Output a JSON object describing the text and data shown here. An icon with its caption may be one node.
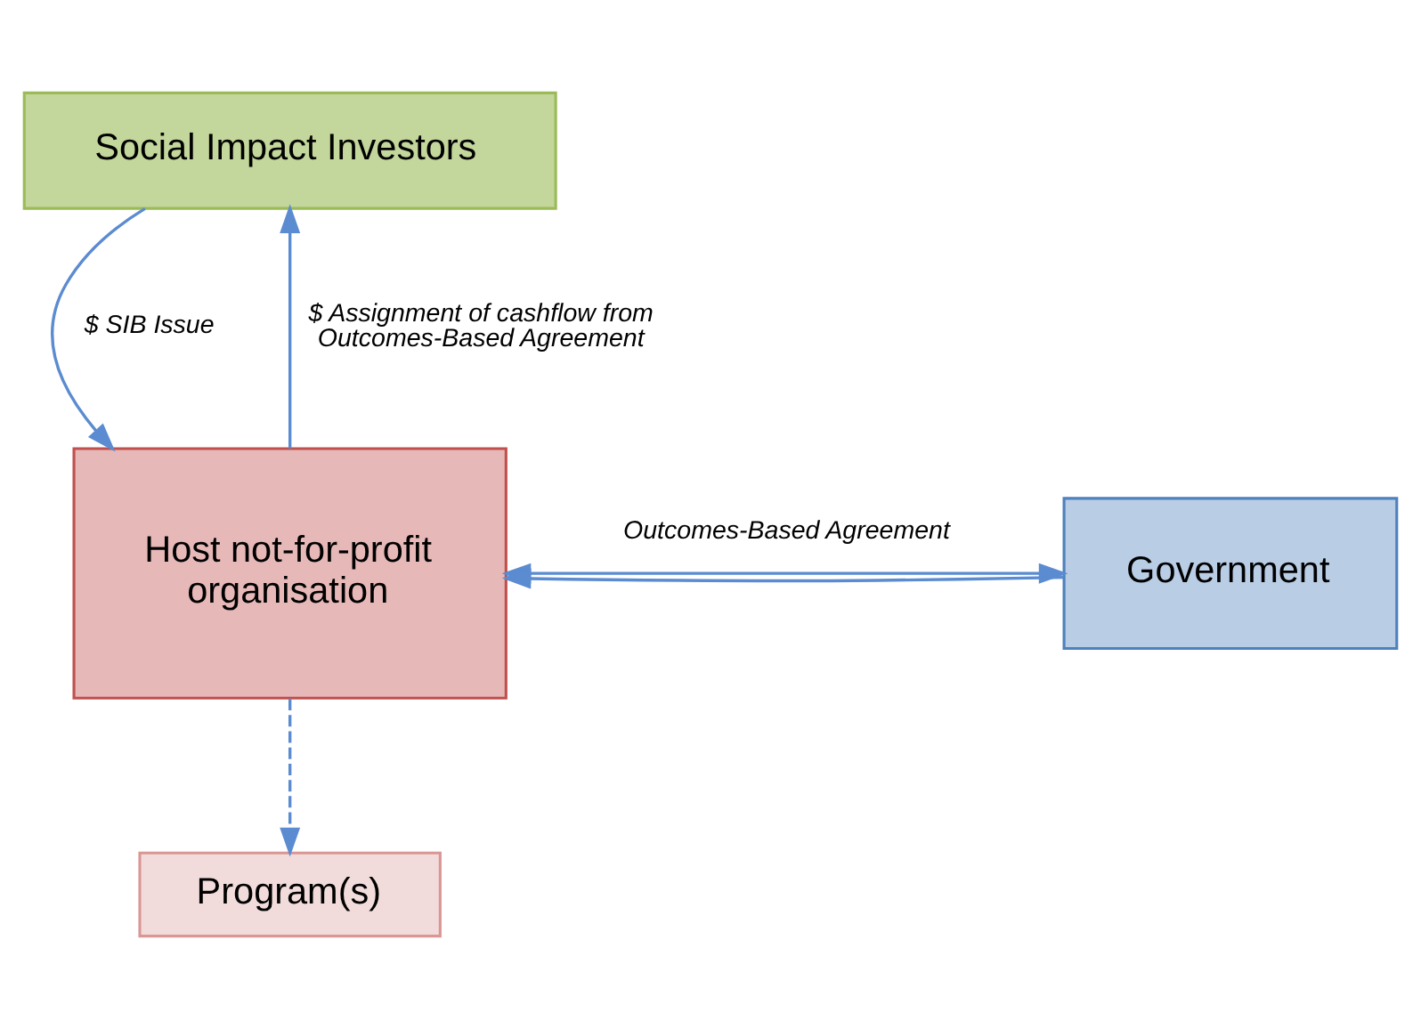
{
  "diagram": {
    "nodes": [
      {
        "text": [
          "Social Impact Investors"
        ]
      },
      {
        "text": [
          "Host not-for-profit organisation"
        ]
      },
      {
        "text": [
          "Government"
        ]
      },
      {
        "text": [
          "Program(s)"
        ]
      }
    ],
    "edges": [
      {
        "from": 0,
        "to": 1,
        "arrow": "to",
        "label": "$ SIB Issue"
      },
      {
        "from": 1,
        "to": 0,
        "arrow": "to",
        "label": "$ Assignment of cashflow from Outcomes-Based Agreement"
      },
      {
        "from": 1,
        "to": 2,
        "arrow": "both",
        "label": "Outcomes-Based Agreement"
      },
      {
        "from": 2,
        "to": 1,
        "arrow": "to"
      },
      {
        "from": 1,
        "to": 3,
        "arrow": "to",
        "style": "dashed"
      }
    ]
  }
}
